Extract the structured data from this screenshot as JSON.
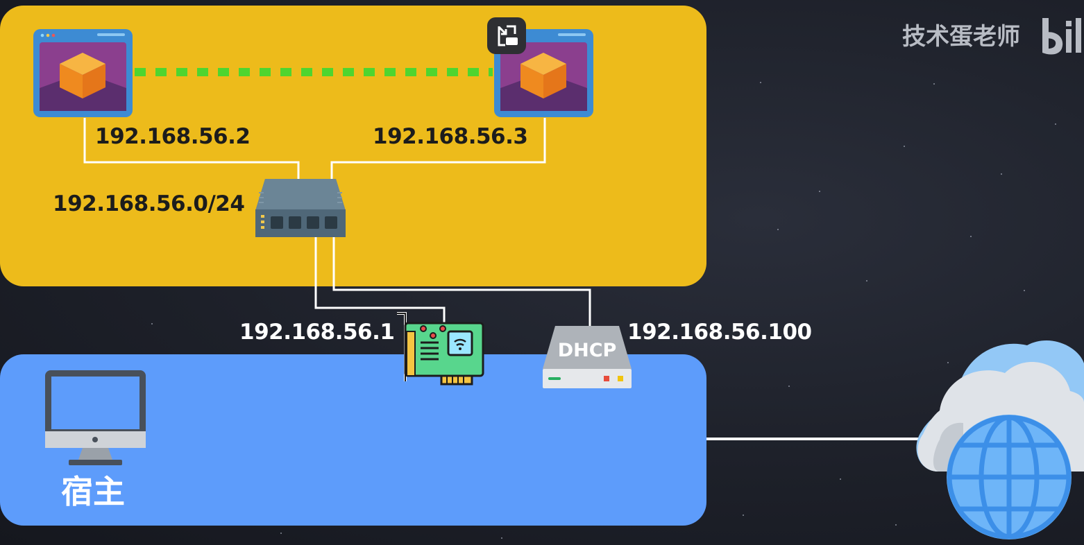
{
  "vm1": {
    "ip": "192.168.56.2",
    "icon": "virtualbox-vm-icon"
  },
  "vm2": {
    "ip": "192.168.56.3",
    "icon": "virtualbox-vm-icon"
  },
  "switch": {
    "subnet": "192.168.56.0/24",
    "icon": "network-switch-icon"
  },
  "host": {
    "label": "宿主",
    "nic_ip": "192.168.56.1",
    "icon": "monitor-icon"
  },
  "dhcp": {
    "label": "DHCP",
    "ip": "192.168.56.100",
    "icon": "dhcp-server-icon"
  },
  "internet": {
    "icon": "cloud-globe-icon"
  },
  "watermark": {
    "text": "技术蛋老师",
    "logo": "bilibili-logo"
  },
  "colors": {
    "vm_zone": "#edbb1b",
    "host_zone": "#5d9cfb",
    "vm_link": "#4fd52f",
    "wire": "#ffffff",
    "background": "#1d2029"
  }
}
